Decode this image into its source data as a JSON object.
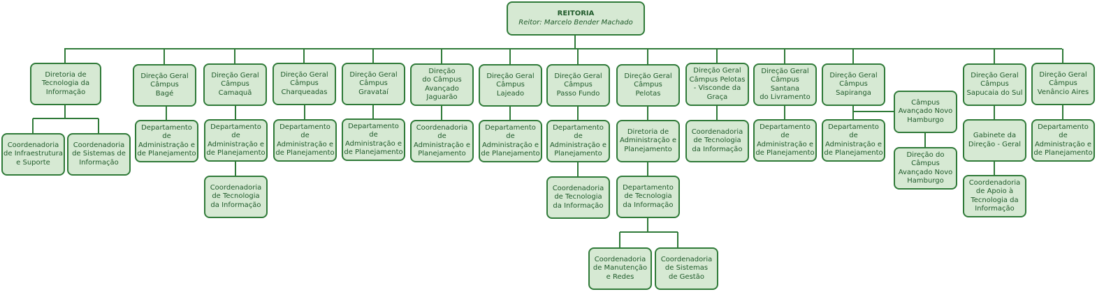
{
  "root": {
    "title": "REITORIA",
    "subtitle": "Reitor: Marcelo Bender Machado"
  },
  "dti": {
    "label": "Diretoria de\nTecnologia da\nInformação",
    "children": [
      "Coordenadoria\nde Infraestrutura\ne Suporte",
      "Coordenadoria\nde Sistemas de\nInformação"
    ]
  },
  "campi": {
    "bage": {
      "label": "Direção Geral\nCâmpus\nBagé",
      "children": [
        "Departamento\nde\nAdministração e\nde Planejamento"
      ]
    },
    "camaqua": {
      "label": "Direção Geral\nCâmpus\nCamaquã",
      "children": [
        "Departamento\nde\nAdministração e\nde Planejamento",
        "Coordenadoria\nde Tecnologia\nda Informação"
      ]
    },
    "charqueadas": {
      "label": "Direção Geral\nCâmpus\nCharqueadas",
      "children": [
        "Departamento\nde\nAdministração e\nde Planejamento"
      ]
    },
    "gravatai": {
      "label": "Direção Geral\nCâmpus\nGravataí",
      "children": [
        "Departamento\nde\nAdministração e\nde Planejamento"
      ]
    },
    "jaguarao": {
      "label": "Direção\ndo Câmpus\nAvançado\nJaguarão",
      "children": [
        "Coordenadoria\nde\nAdministração e\nPlanejamento"
      ]
    },
    "lajeado": {
      "label": "Direção Geral\nCâmpus\nLajeado",
      "children": [
        "Departamento\nde\nAdministração e\nde Planejamento"
      ]
    },
    "passo_fundo": {
      "label": "Direção Geral\nCâmpus\nPasso Fundo",
      "children": [
        "Departamento\nde\nAdministração e\nPlanejamento",
        "Coordenadoria\nde Tecnologia\nda Informação"
      ]
    },
    "pelotas": {
      "label": "Direção Geral\nCâmpus\nPelotas",
      "children": [
        "Diretoria de\nAdministração e\nPlanejamento",
        "Departamento\nde Tecnologia\nda Informação",
        "Coordenadoria\nde Manutenção\ne Redes",
        "Coordenadoria\nde Sistemas\nde Gestão"
      ]
    },
    "pelotas_vg": {
      "label": "Direção Geral\nCâmpus Pelotas\n- Visconde da\nGraça",
      "children": [
        "Coordenadoria\nde Tecnologia\nda Informação"
      ]
    },
    "santana": {
      "label": "Direção Geral\nCâmpus Santana\ndo Livramento",
      "children": [
        "Departamento\nde\nAdministração e\nde Planejamento"
      ]
    },
    "sapiranga": {
      "label": "Direção Geral\nCâmpus\nSapiranga",
      "children": [
        "Departamento\nde\nAdministração e\nde Planejamento",
        "Câmpus\nAvançado Novo\nHamburgo",
        "Direção do\nCâmpus\nAvançado Novo\nHamburgo"
      ]
    },
    "sapucaia": {
      "label": "Direção Geral\nCâmpus\nSapucaia do Sul",
      "children": [
        "Gabinete da\nDireção - Geral",
        "Coordenadoria\nde Apoio à\nTecnologia da\nInformação"
      ]
    },
    "venancio": {
      "label": "Direção Geral\nCâmpus\nVenâncio Aires",
      "children": [
        "Departamento\nde\nAdministração e\nde Planejamento"
      ]
    }
  },
  "colors": {
    "fill": "#d6e9d3",
    "border": "#2f7a38",
    "text": "#1f5a2a"
  }
}
